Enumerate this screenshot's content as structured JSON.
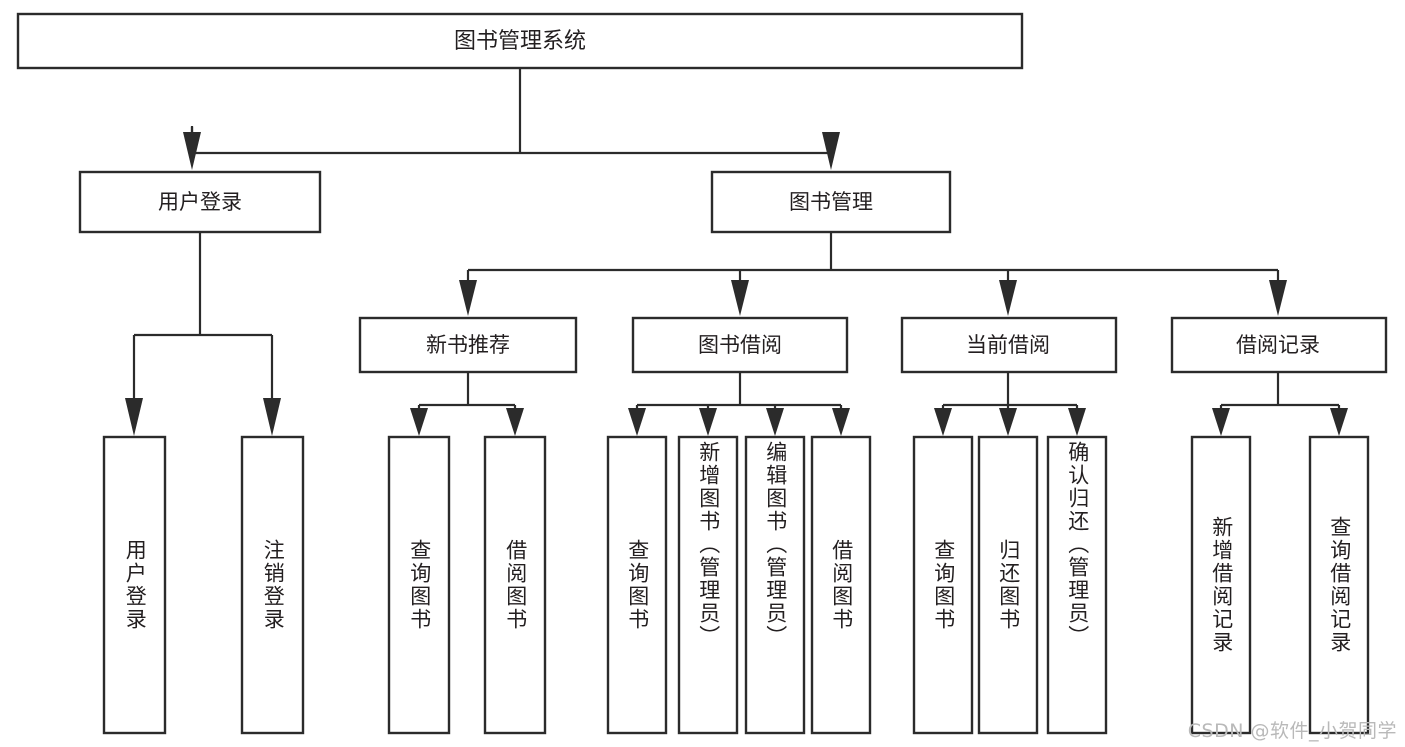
{
  "diagram": {
    "type": "tree-hierarchy",
    "title_node": {
      "label": "图书管理系统"
    },
    "level2": [
      {
        "id": "user-login",
        "label": "用户登录"
      },
      {
        "id": "book-manage",
        "label": "图书管理"
      }
    ],
    "level3": [
      {
        "id": "new-book-rec",
        "label": "新书推荐"
      },
      {
        "id": "book-borrow",
        "label": "图书借阅"
      },
      {
        "id": "current-borrow",
        "label": "当前借阅"
      },
      {
        "id": "borrow-record",
        "label": "借阅记录"
      }
    ],
    "leaves": {
      "user_login": [
        {
          "id": "leaf-user-login",
          "label": "用户登录"
        },
        {
          "id": "leaf-logout",
          "label": "注销登录"
        }
      ],
      "new_book_rec": [
        {
          "id": "leaf-query-book-1",
          "label": "查询图书"
        },
        {
          "id": "leaf-borrow-book-1",
          "label": "借阅图书"
        }
      ],
      "book_borrow": [
        {
          "id": "leaf-query-book-2",
          "label": "查询图书"
        },
        {
          "id": "leaf-add-book",
          "label": "新增图书（管理员）"
        },
        {
          "id": "leaf-edit-book",
          "label": "编辑图书（管理员）"
        },
        {
          "id": "leaf-borrow-book-2",
          "label": "借阅图书"
        }
      ],
      "current_borrow": [
        {
          "id": "leaf-query-book-3",
          "label": "查询图书"
        },
        {
          "id": "leaf-return-book",
          "label": "归还图书"
        },
        {
          "id": "leaf-confirm-return",
          "label": "确认归还（管理员）"
        }
      ],
      "borrow_record": [
        {
          "id": "leaf-add-record",
          "label": "新增借阅记录"
        },
        {
          "id": "leaf-query-record",
          "label": "查询借阅记录"
        }
      ]
    }
  },
  "watermark": {
    "text": "CSDN @软件_小贺同学"
  },
  "colors": {
    "stroke": "#2b2b2b",
    "text": "#231f20",
    "background": "#ffffff",
    "watermark": "#b9b9b9"
  }
}
